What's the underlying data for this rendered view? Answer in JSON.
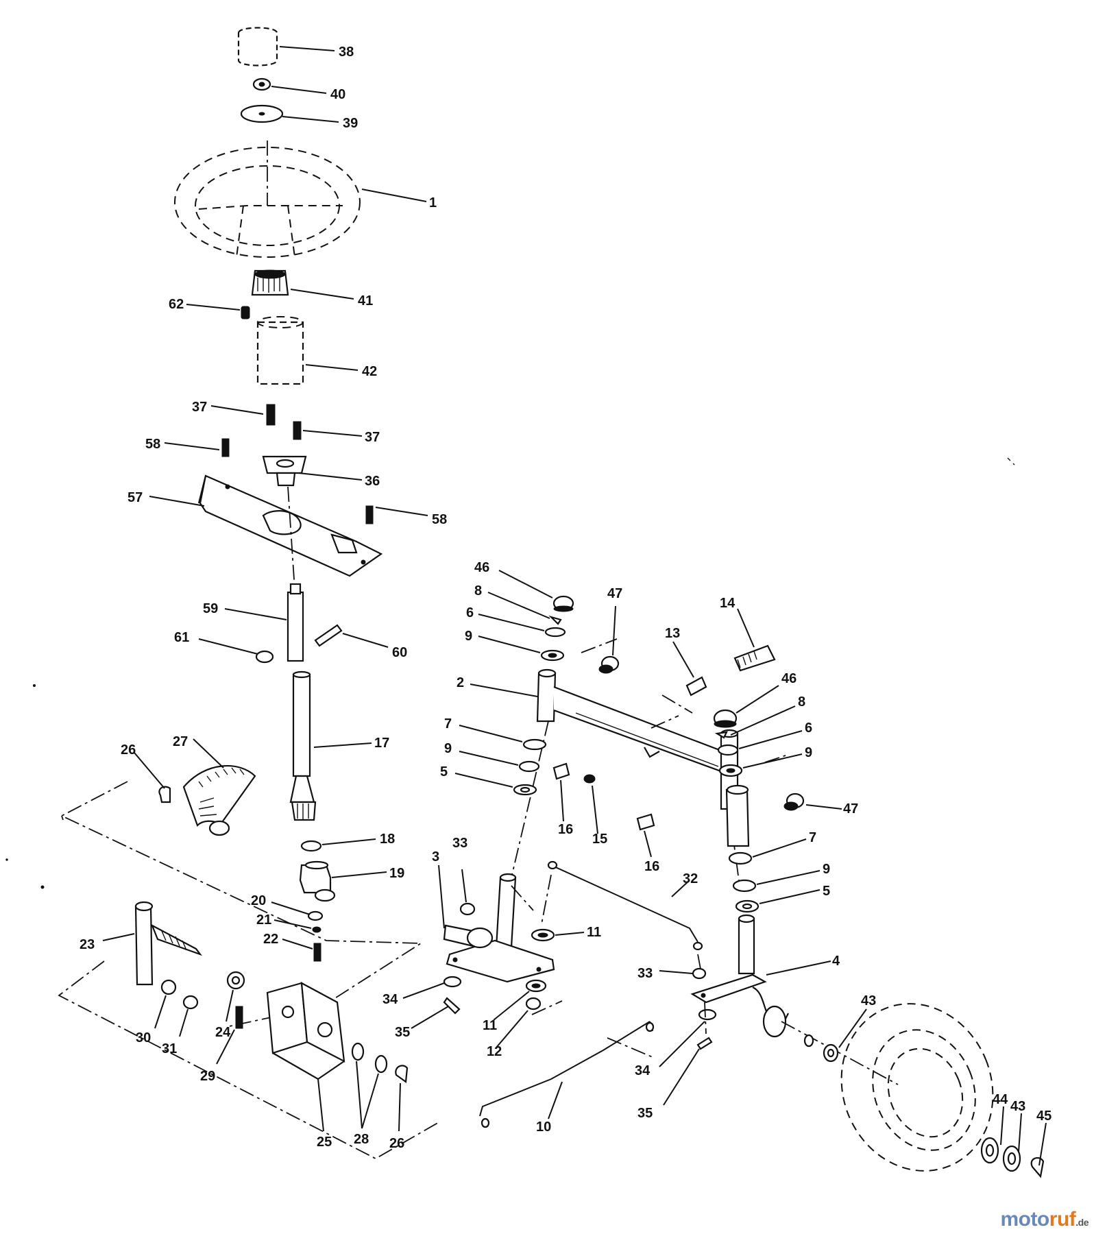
{
  "labels": {
    "p38": "38",
    "p40": "40",
    "p39": "39",
    "p1": "1",
    "p41": "41",
    "p62": "62",
    "p42": "42",
    "p37a": "37",
    "p37b": "37",
    "p58a": "58",
    "p36": "36",
    "p57": "57",
    "p58b": "58",
    "p59": "59",
    "p61": "61",
    "p60": "60",
    "p17": "17",
    "p26a": "26",
    "p27": "27",
    "p18": "18",
    "p19": "19",
    "p20": "20",
    "p21": "21",
    "p22": "22",
    "p23": "23",
    "p30": "30",
    "p31": "31",
    "p24": "24",
    "p29": "29",
    "p25": "25",
    "p28": "28",
    "p26b": "26",
    "p46a": "46",
    "p8a": "8",
    "p6a": "6",
    "p9a": "9",
    "p2": "2",
    "p7a": "7",
    "p9b": "9",
    "p5a": "5",
    "p47a": "47",
    "p13": "13",
    "p14": "14",
    "p16a": "16",
    "p15": "15",
    "p16b": "16",
    "p46b": "46",
    "p8b": "8",
    "p6b": "6",
    "p9c": "9",
    "p47b": "47",
    "p7b": "7",
    "p9d": "9",
    "p5b": "5",
    "p3": "3",
    "p33a": "33",
    "p11a": "11",
    "p32": "32",
    "p34a": "34",
    "p35a": "35",
    "p11b": "11",
    "p12": "12",
    "p10": "10",
    "p33b": "33",
    "p4": "4",
    "p34b": "34",
    "p35b": "35",
    "p43a": "43",
    "p44": "44",
    "p43b": "43",
    "p45": "45"
  },
  "watermark": {
    "part_a": "moto",
    "part_b": "ruf",
    "tld": ".de"
  }
}
